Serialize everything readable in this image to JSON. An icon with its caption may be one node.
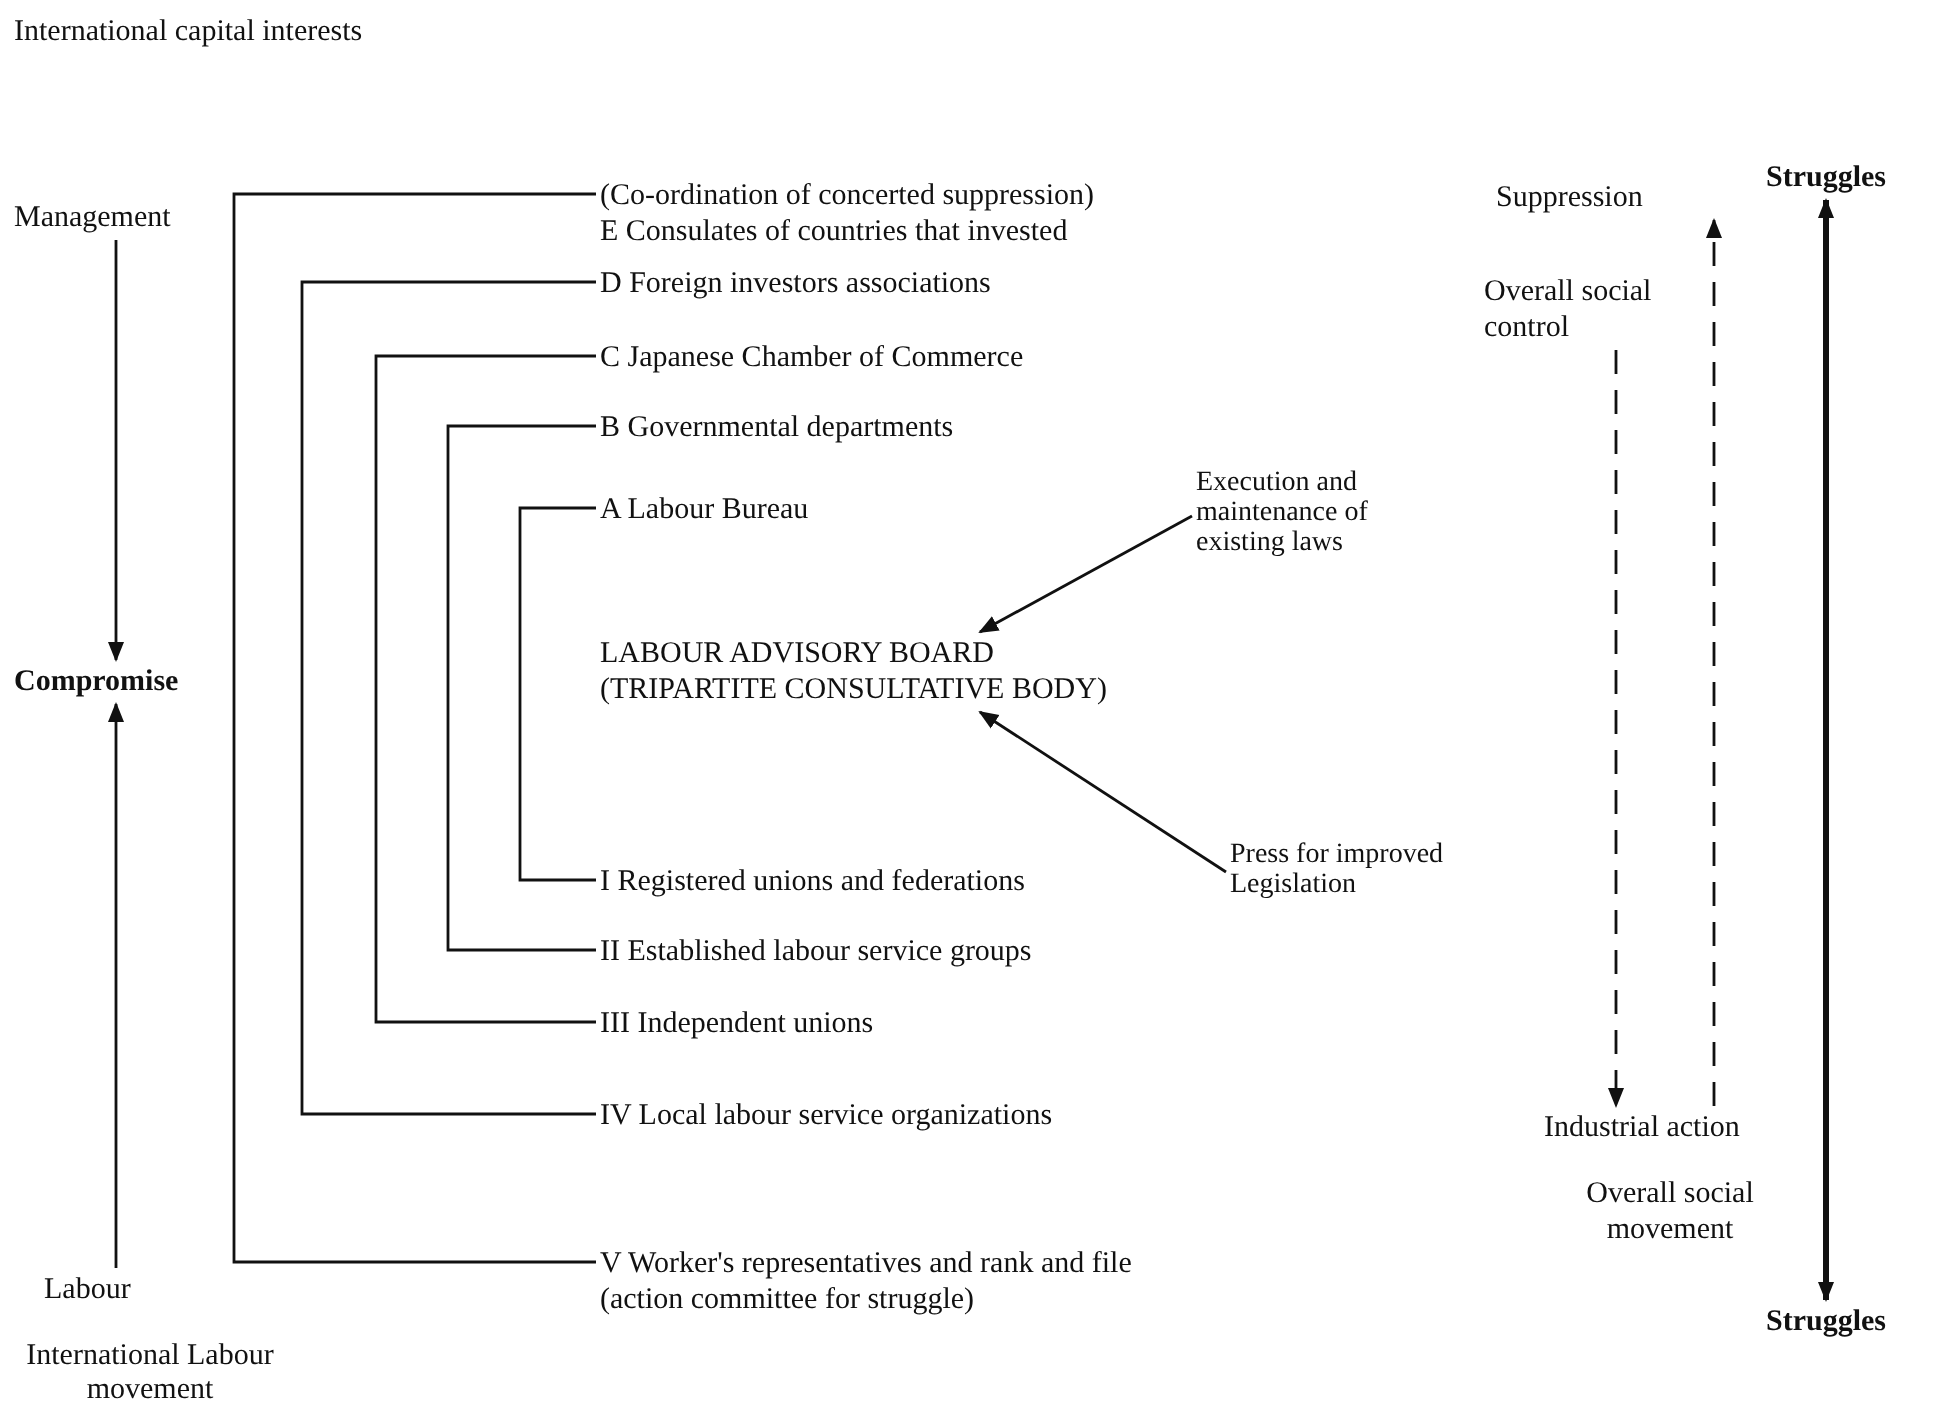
{
  "diagram": {
    "nodes": [
      {
        "text": [
          "Management"
        ]
      },
      {
        "text": [
          "Compromise"
        ]
      },
      {
        "text": [
          "Labour"
        ]
      },
      {
        "text": [
          "(Co-ordination of concerted suppression)",
          "E Consulates of countries that invested"
        ]
      },
      {
        "text": [
          "D Foreign investors associations"
        ]
      },
      {
        "text": [
          "C Japanese Chamber of Commerce"
        ]
      },
      {
        "text": [
          "B Governmental departments"
        ]
      },
      {
        "text": [
          "A Labour Bureau"
        ]
      },
      {
        "text": [
          "LABOUR ADVISORY BOARD (TRIPARTITE CONSULTATIVE BODY)"
        ]
      },
      {
        "text": [
          "Execution and maintenance of existing laws"
        ]
      },
      {
        "text": [
          "Press for improved Legislation"
        ]
      },
      {
        "text": [
          "I Registered unions and federations"
        ]
      },
      {
        "text": [
          "II Established labour service groups"
        ]
      },
      {
        "text": [
          "III Independent unions"
        ]
      },
      {
        "text": [
          "IV Local labour service organizations"
        ]
      },
      {
        "text": [
          "V Worker's representatives and rank and file (action committee for struggle)"
        ]
      },
      {
        "text": [
          "Suppression"
        ]
      },
      {
        "text": [
          "Overall social control"
        ]
      },
      {
        "text": [
          "Industrial action"
        ]
      },
      {
        "text": [
          "Overall social movement"
        ]
      },
      {
        "text": [
          "Struggles"
        ]
      },
      {
        "text": [
          "Struggles"
        ]
      }
    ],
    "edges": [
      {
        "from": 0,
        "to": 1,
        "arrow": "to"
      },
      {
        "from": 2,
        "to": 1,
        "arrow": "to"
      },
      {
        "from": 3,
        "to": 15,
        "arrow": "none"
      },
      {
        "from": 4,
        "to": 14,
        "arrow": "none"
      },
      {
        "from": 5,
        "to": 13,
        "arrow": "none"
      },
      {
        "from": 6,
        "to": 12,
        "arrow": "none"
      },
      {
        "from": 7,
        "to": 11,
        "arrow": "none"
      },
      {
        "from": 9,
        "to": 8,
        "arrow": "to"
      },
      {
        "from": 10,
        "to": 8,
        "arrow": "to"
      },
      {
        "from": 17,
        "to": 18,
        "arrow": "to",
        "style": "dashed"
      },
      {
        "from": 18,
        "to": 16,
        "arrow": "to",
        "style": "dashed"
      },
      {
        "from": 20,
        "to": 21,
        "arrow": "both",
        "style": "thick"
      }
    ],
    "labels": [
      "International capital interests",
      "International Labour movement"
    ]
  }
}
